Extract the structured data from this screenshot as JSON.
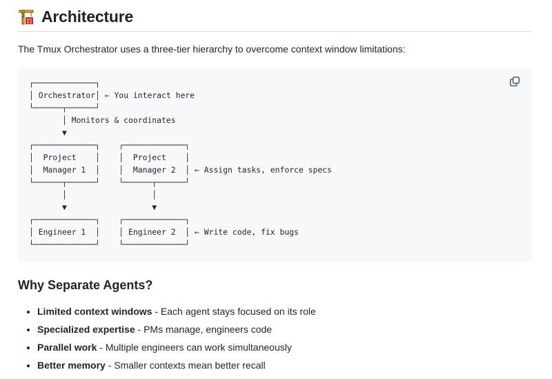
{
  "section": {
    "icon": "construction-crane-emoji",
    "title": "Architecture",
    "intro": "The Tmux Orchestrator uses a three-tier hierarchy to overcome context window limitations:"
  },
  "code_block": {
    "copy_icon": "copy-icon",
    "diagram": "┌─────────────┐\n│ Orchestrator│ ← You interact here\n└──────┬──────┘\n       │ Monitors & coordinates\n       ▼\n┌─────────────┐    ┌─────────────┐\n│  Project    │    │  Project    │\n│  Manager 1  │    │  Manager 2  │ ← Assign tasks, enforce specs\n└──────┬──────┘    └──────┬──────┘\n       │                  │\n       ▼                  ▼\n┌─────────────┐    ┌─────────────┐\n│ Engineer 1  │    │ Engineer 2  │ ← Write code, fix bugs\n└─────────────┘    └─────────────┘",
    "nodes": [
      "Orchestrator",
      "Project Manager 1",
      "Project Manager 2",
      "Engineer 1",
      "Engineer 2"
    ],
    "annotations": [
      "← You interact here",
      "Monitors & coordinates",
      "← Assign tasks, enforce specs",
      "← Write code, fix bugs"
    ]
  },
  "why": {
    "title": "Why Separate Agents?",
    "items": [
      {
        "bold": "Limited context windows",
        "text": " - Each agent stays focused on its role"
      },
      {
        "bold": "Specialized expertise",
        "text": " - PMs manage, engineers code"
      },
      {
        "bold": "Parallel work",
        "text": " - Multiple engineers can work simultaneously"
      },
      {
        "bold": "Better memory",
        "text": " - Smaller contexts mean better recall"
      }
    ]
  }
}
